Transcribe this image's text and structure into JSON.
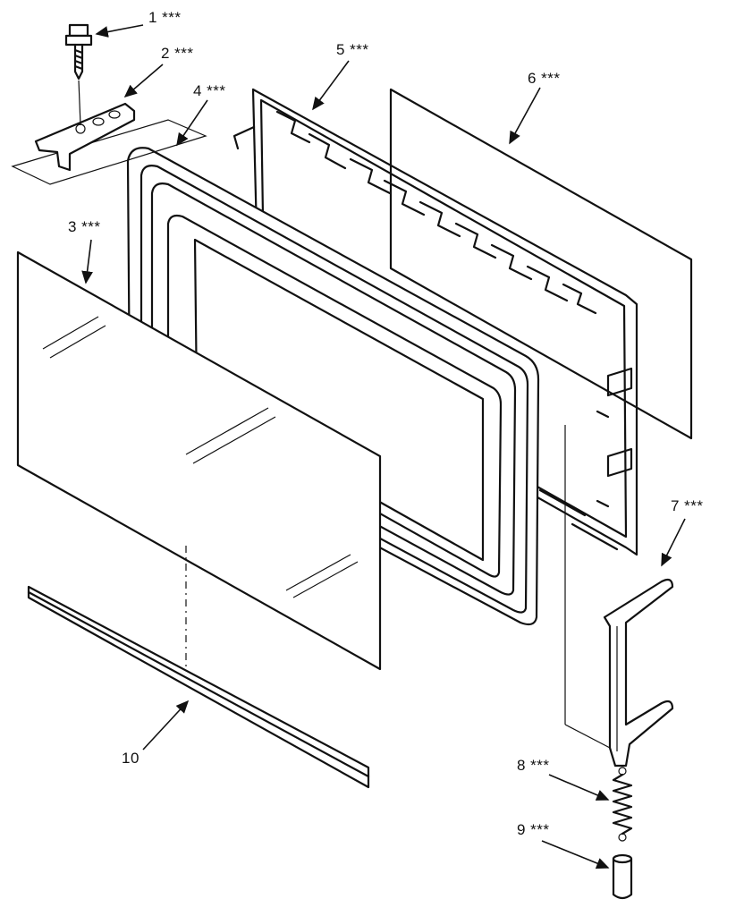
{
  "diagram": {
    "labels": [
      {
        "id": "p1",
        "text": "1 ***"
      },
      {
        "id": "p2",
        "text": "2 ***"
      },
      {
        "id": "p3",
        "text": "3 ***"
      },
      {
        "id": "p4",
        "text": "4 ***"
      },
      {
        "id": "p5",
        "text": "5 ***"
      },
      {
        "id": "p6",
        "text": "6 ***"
      },
      {
        "id": "p7",
        "text": "7 ***"
      },
      {
        "id": "p8",
        "text": "8 ***"
      },
      {
        "id": "p9",
        "text": "9 ***"
      },
      {
        "id": "p10",
        "text": "10"
      }
    ]
  }
}
